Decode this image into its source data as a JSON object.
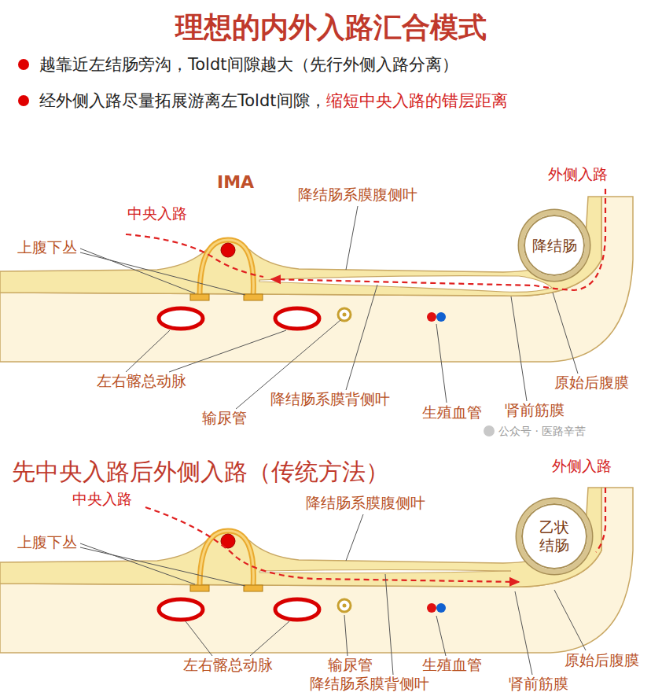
{
  "diagram": {
    "title": "理想的内外入路汇合模式",
    "nodes": [
      {
        "text": [
          "降结肠"
        ]
      },
      {
        "text": [
          "乙状 结肠"
        ]
      }
    ],
    "labels": [
      "越靠近左结肠旁沟，Toldt间隙越大（先行外侧入路分离）",
      "经外侧入路尽量拓展游离左Toldt间隙，",
      "缩短中央入路的错层距离",
      "IMA",
      "中央入路",
      "降结肠系膜腹侧叶",
      "外侧入路",
      "上腹下丛",
      "左右髂总动脉",
      "降结肠系膜背侧叶",
      "输尿管",
      "生殖血管",
      "原始后腹膜",
      "肾前筋膜",
      "公众号 · 医路辛苦",
      "先中央入路后外侧入路（传统方法）",
      "外侧入路",
      "中央入路",
      "降结肠系膜腹侧叶",
      "上腹下丛",
      "左右髂总动脉",
      "输尿管",
      "生殖血管",
      "原始后腹膜",
      "降结肠系膜背侧叶",
      "肾前筋膜"
    ]
  }
}
